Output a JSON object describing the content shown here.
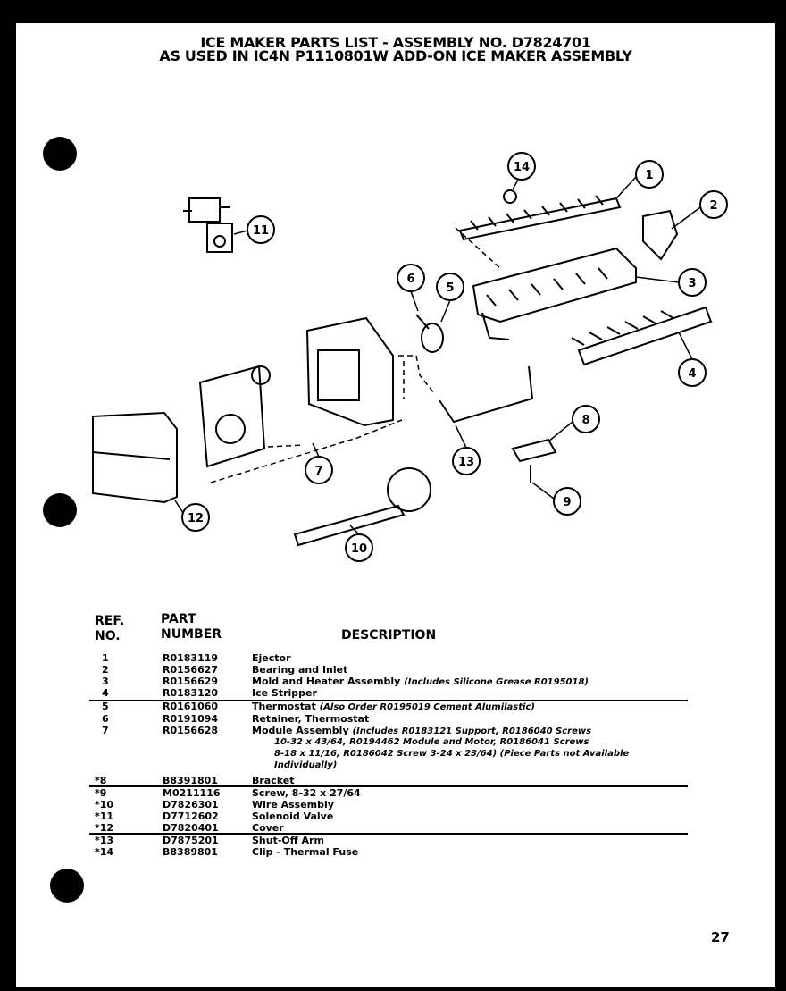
{
  "header": {
    "line1": "ICE MAKER PARTS LIST  -  ASSEMBLY NO. D7824701",
    "line2": "AS USED IN IC4N  P1110801W ADD-ON ICE MAKER ASSEMBLY"
  },
  "diagram": {
    "callouts": [
      "1",
      "2",
      "3",
      "4",
      "5",
      "6",
      "7",
      "8",
      "9",
      "10",
      "11",
      "12",
      "13",
      "14"
    ]
  },
  "table": {
    "headers": {
      "ref_line1": "REF.",
      "ref_line2": "NO.",
      "part_line1": "PART",
      "part_line2": "NUMBER",
      "description": "DESCRIPTION"
    },
    "rows": [
      {
        "ref": "1",
        "part": "R0183119",
        "desc": "Ejector",
        "note": ""
      },
      {
        "ref": "2",
        "part": "R0156627",
        "desc": "Bearing and Inlet",
        "note": ""
      },
      {
        "ref": "3",
        "part": "R0156629",
        "desc": "Mold and Heater Assembly",
        "note": "(Includes Silicone Grease  R0195018)"
      },
      {
        "ref": "4",
        "part": "R0183120",
        "desc": "Ice Stripper",
        "note": ""
      },
      {
        "ref": "5",
        "part": "R0161060",
        "desc": "Thermostat",
        "note": "(Also Order R0195019 Cement Alumilastic)"
      },
      {
        "ref": "6",
        "part": "R0191094",
        "desc": "Retainer, Thermostat",
        "note": ""
      },
      {
        "ref": "7",
        "part": "R0156628",
        "desc": "Module Assembly",
        "note": "(Includes R0183121 Support, R0186040 Screws"
      },
      {
        "ref": "*8",
        "part": "B8391801",
        "desc": "Bracket",
        "note": ""
      },
      {
        "ref": "*9",
        "part": "M0211116",
        "desc": "Screw, 8-32 x 27/64",
        "note": ""
      },
      {
        "ref": "*10",
        "part": "D7826301",
        "desc": "Wire Assembly",
        "note": ""
      },
      {
        "ref": "*11",
        "part": "D7712602",
        "desc": "Solenoid Valve",
        "note": ""
      },
      {
        "ref": "*12",
        "part": "D7820401",
        "desc": "Cover",
        "note": ""
      },
      {
        "ref": "*13",
        "part": "D7875201",
        "desc": "Shut-Off Arm",
        "note": ""
      },
      {
        "ref": "*14",
        "part": "B8389801",
        "desc": "Clip  -  Thermal Fuse",
        "note": ""
      }
    ],
    "row7_continuation": [
      "10-32 x 43/64, R0194462 Module and Motor, R0186041 Screws",
      "8-18 x 11/16, R0186042 Screw 3-24 x 23/64)  (Piece Parts not Available",
      "Individually)"
    ]
  },
  "page_number": "27"
}
